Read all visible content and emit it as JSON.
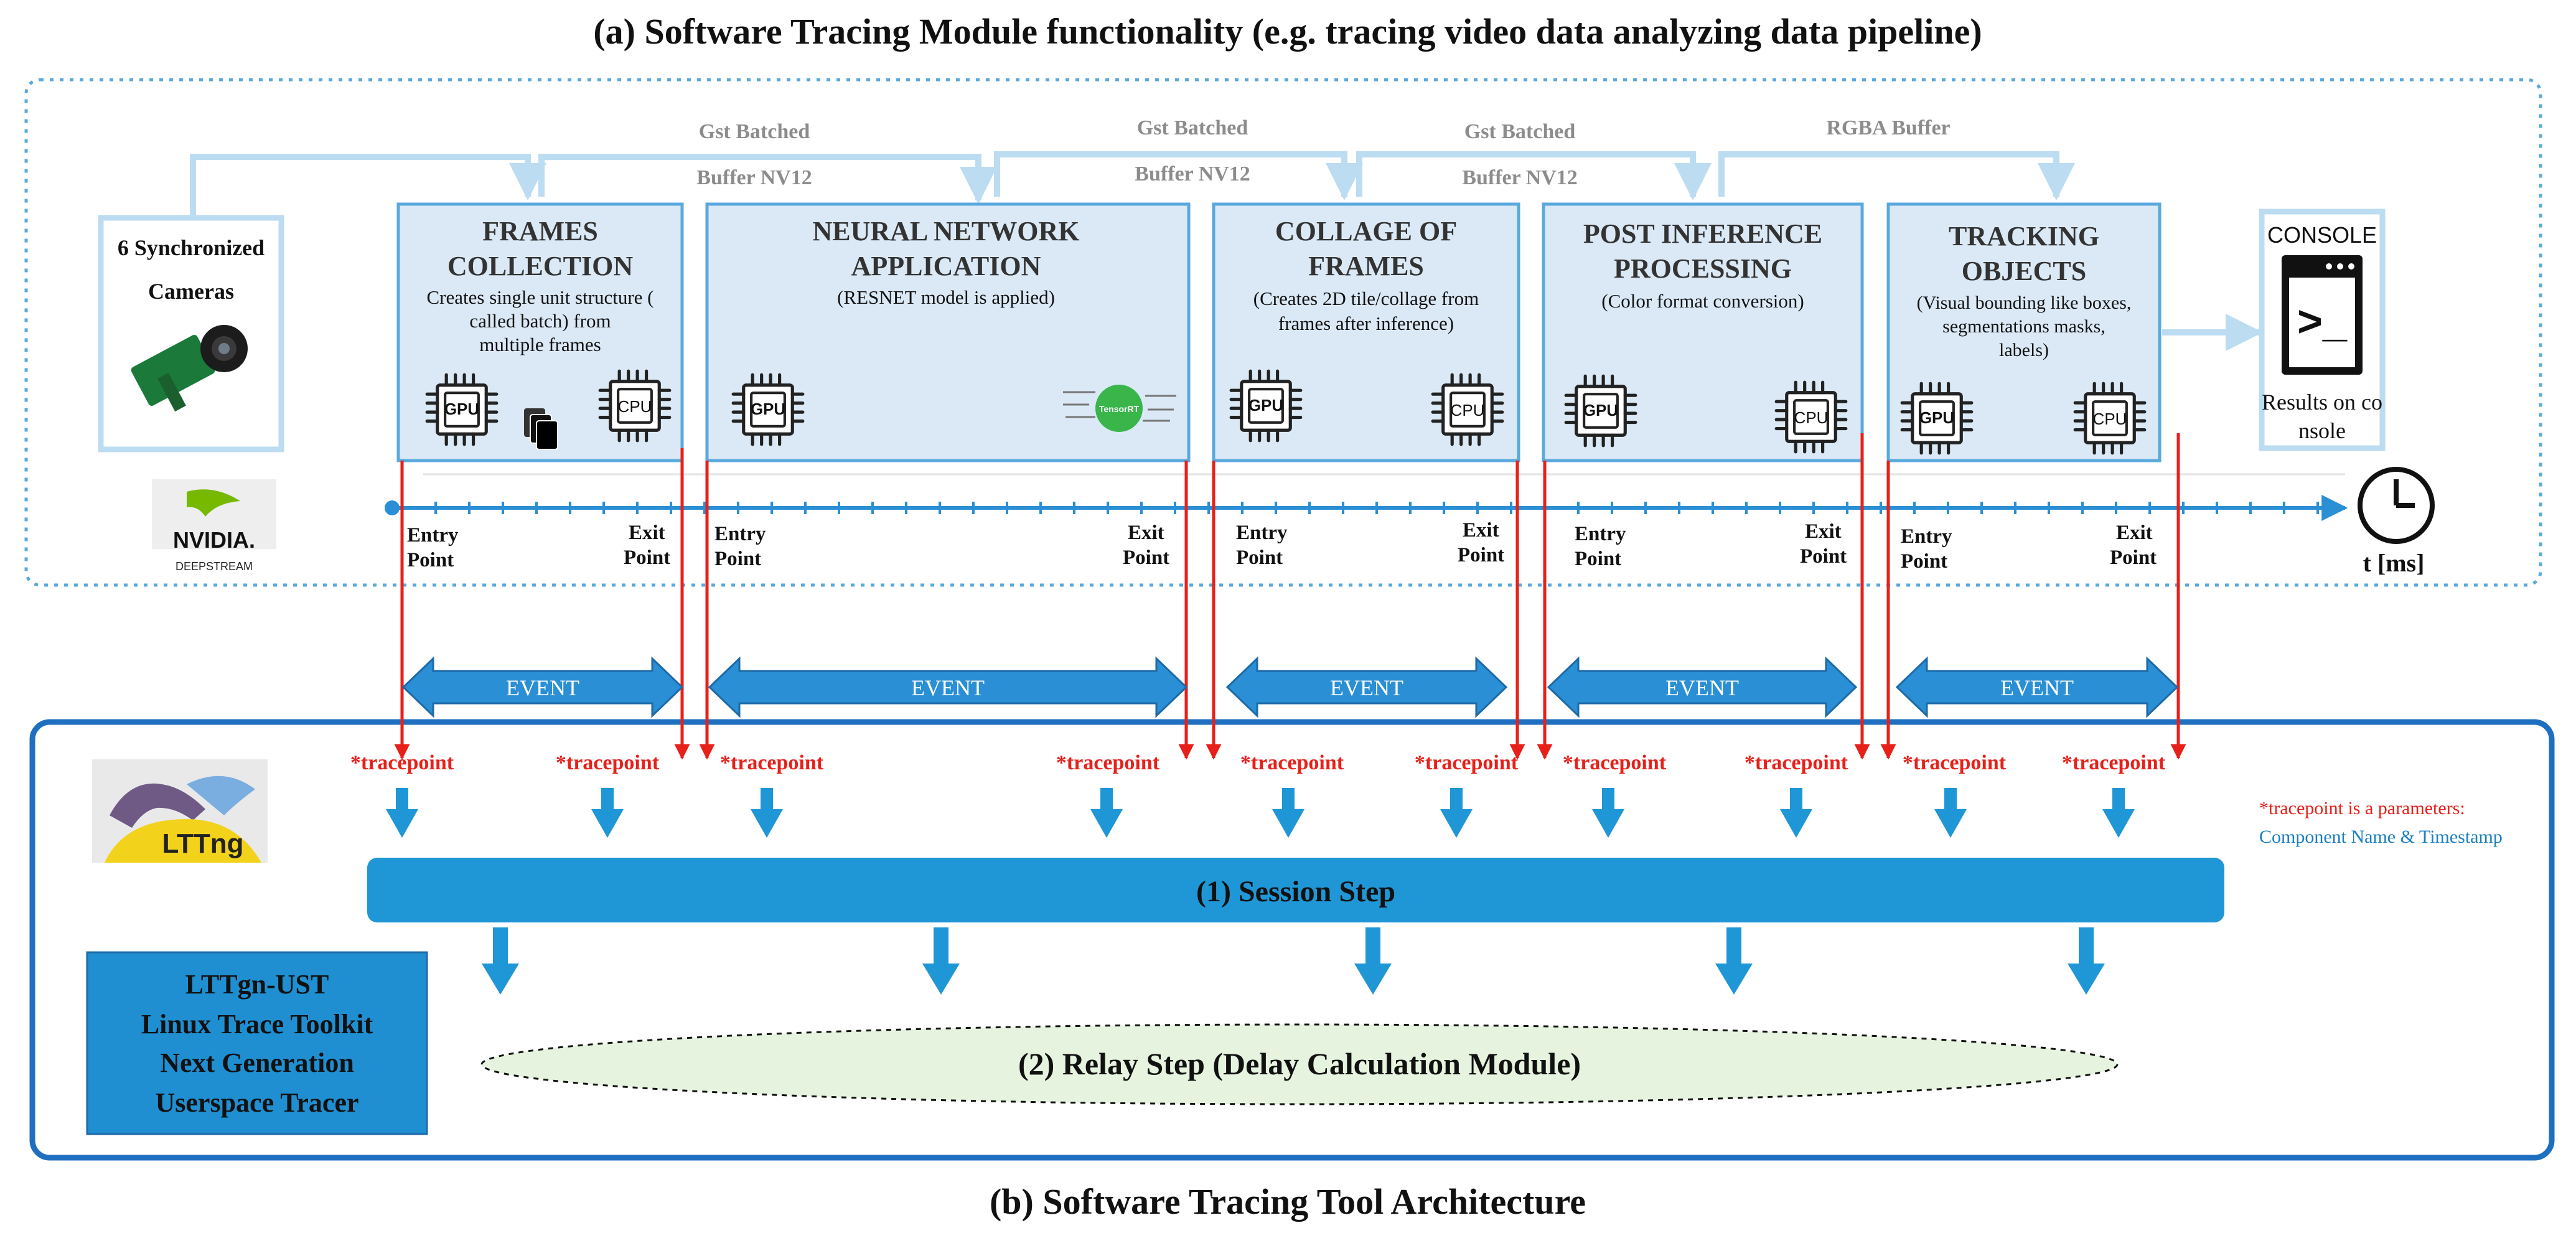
{
  "titles": {
    "top": "(a) Software Tracing Module functionality (e.g. tracing video data analyzing data pipeline)",
    "bottom": "(b) Software Tracing Tool Architecture"
  },
  "cameras": {
    "line1": "6 Synchronized",
    "line2": "Cameras"
  },
  "nvidia": {
    "brand": "NVIDIA.",
    "sub": "DEEPSTREAM"
  },
  "buffers": {
    "b1_top": "Gst Batched",
    "b1_bottom": "Buffer NV12",
    "b2_top": "Gst Batched",
    "b2_bottom": "Buffer NV12",
    "b3_top": "Gst Batched",
    "b3_bottom": "Buffer NV12",
    "b4_top": "RGBA Buffer"
  },
  "stages": [
    {
      "title1": "FRAMES",
      "title2": "COLLECTION",
      "desc": [
        "Creates single unit structure (",
        "called batch) from",
        "multiple frames"
      ]
    },
    {
      "title1": "NEURAL NETWORK",
      "title2": "APPLICATION",
      "desc": [
        "(RESNET model is applied)"
      ]
    },
    {
      "title1": "COLLAGE OF",
      "title2": "FRAMES",
      "desc": [
        "(Creates 2D tile/collage from",
        "frames after inference)"
      ]
    },
    {
      "title1": "POST INFERENCE",
      "title2": "PROCESSING",
      "desc": [
        "(Color format conversion)"
      ]
    },
    {
      "title1": "TRACKING",
      "title2": "OBJECTS",
      "desc": [
        "(Visual bounding like boxes,",
        "segmentations masks,",
        "labels)"
      ]
    }
  ],
  "chips": {
    "gpu": "GPU",
    "cpu": "CPU",
    "tensorrt": "TensorRT"
  },
  "console": {
    "label": "CONSOLE",
    "prompt": ">_",
    "results1": "Results on co",
    "results2": "nsole"
  },
  "timeline": {
    "entry1": "Entry",
    "entry2": "Point",
    "exit1": "Exit",
    "exit2": "Point",
    "unit": "t [ms]"
  },
  "event_label": "EVENT",
  "tracepoint_label": "*tracepoint",
  "tracepoint_note": {
    "line1": "*tracepoint is a parameters:",
    "line2": "Component Name & Timestamp"
  },
  "lttng": {
    "logo_text": "LTTng",
    "box_lines": [
      "LTTgn-UST",
      "Linux Trace Toolkit",
      "Next Generation",
      "Userspace Tracer"
    ]
  },
  "session_step": "(1) Session Step",
  "relay_step": "(2) Relay Step (Delay Calculation Module)",
  "colors": {
    "stage_fill": "#dbe9f6",
    "stage_border": "#5aa9dd",
    "light_arrow": "#bcdcf2",
    "timeline": "#2a8fd4",
    "event_fill": "#2a8fd4",
    "session_fill": "#1f96d6",
    "relay_fill": "#e6f4df",
    "tracepoint": "#e8201a",
    "note_blue": "#1a7fc2",
    "frame_blue": "#1f6fc0",
    "lttng_box": "#1f8fd2"
  }
}
